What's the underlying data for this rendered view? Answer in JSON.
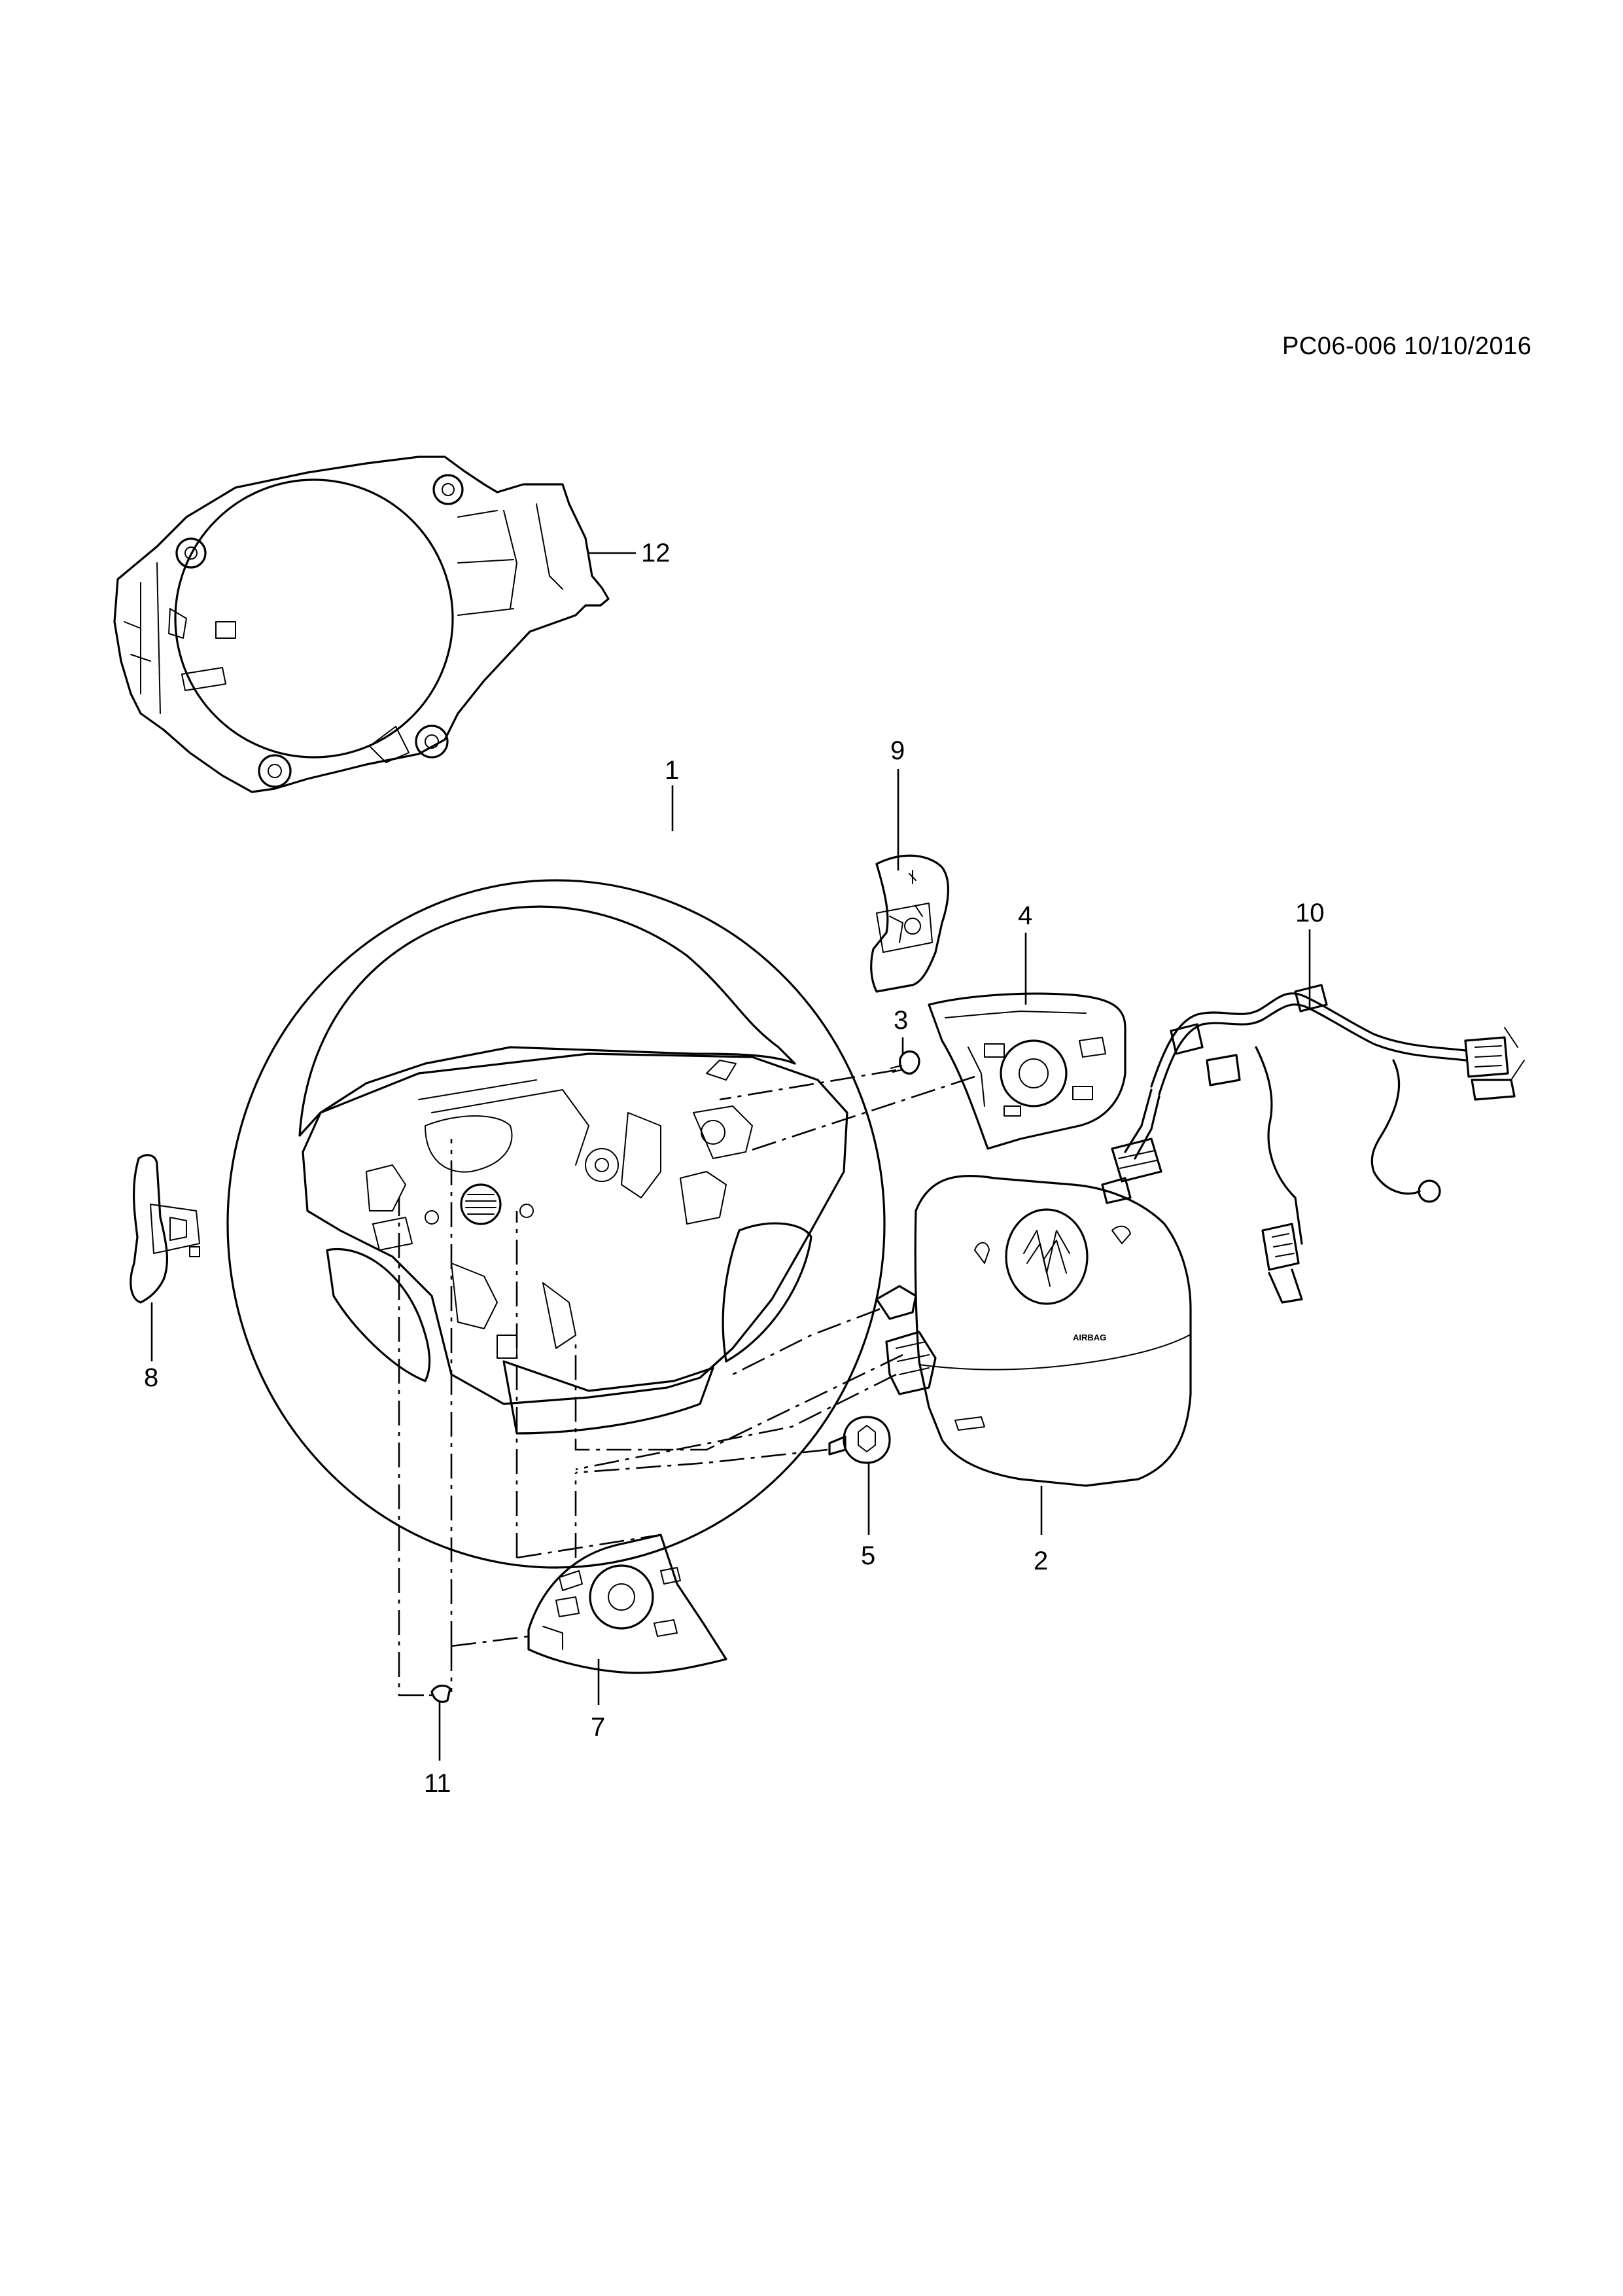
{
  "sheet": {
    "id": "PC06-006 10/10/2016"
  },
  "callouts": {
    "c1": "1",
    "c2": "2",
    "c3": "3",
    "c4": "4",
    "c5": "5",
    "c7": "7",
    "c8": "8",
    "c9": "9",
    "c10": "10",
    "c11": "11",
    "c12": "12"
  },
  "airbag_text": "AIRBAG"
}
